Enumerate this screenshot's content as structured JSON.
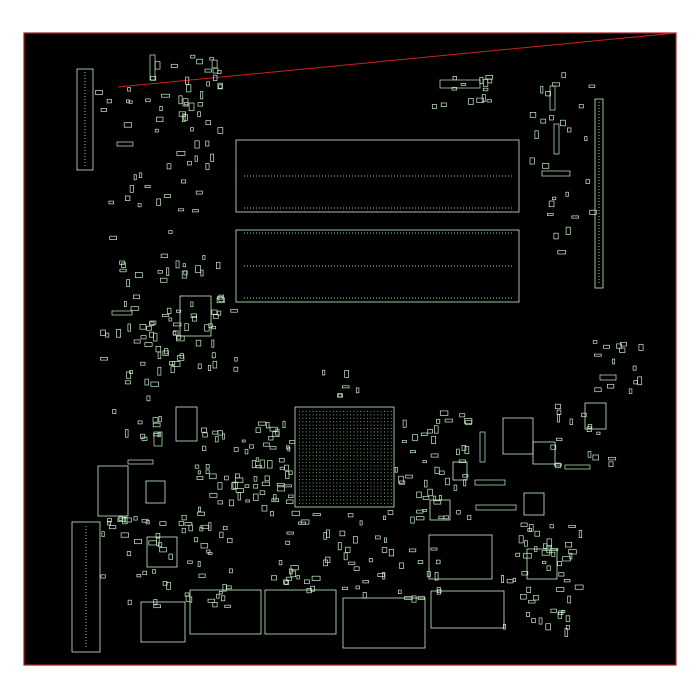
{
  "viewer": {
    "background": "#ffffff",
    "board_color": "#000000",
    "outline_color": "#c8f0c8",
    "pad_color": "#9acb9a",
    "edge_color": "#cc2222"
  },
  "regions": [
    {
      "name": "connector-top-left"
    },
    {
      "name": "ic-cluster-left"
    },
    {
      "name": "dimm-slot-upper"
    },
    {
      "name": "dimm-slot-lower"
    },
    {
      "name": "connector-right-vertical"
    },
    {
      "name": "bga-chip-center"
    },
    {
      "name": "connector-bottom-left"
    },
    {
      "name": "bottom-connector-row"
    },
    {
      "name": "ic-cluster-bottom-right"
    }
  ]
}
